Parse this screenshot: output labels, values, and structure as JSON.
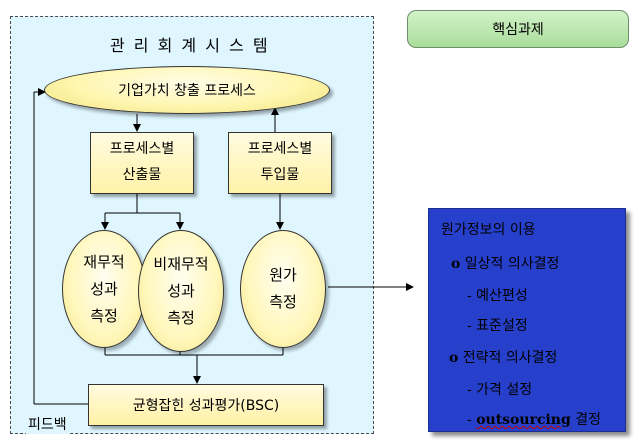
{
  "header": {
    "core_tasks": "핵심과제"
  },
  "system": {
    "title": "관 리 회 계 시 스 템",
    "value_process": "기업가치 창출 프로세스",
    "box_left": {
      "line1": "프로세스별",
      "line2": "산출물"
    },
    "box_right": {
      "line1": "프로세스별",
      "line2": "투입물"
    },
    "oval_financial": {
      "line1": "재무적",
      "line2": "성과",
      "line3": "측정"
    },
    "oval_nonfinancial": {
      "line1": "비재무적",
      "line2": "성과",
      "line3": "측정"
    },
    "oval_cost": {
      "line1": "원가",
      "line2": "측정"
    },
    "bsc": "균형잡힌 성과평가(BSC)",
    "feedback": "피드백"
  },
  "cost_info": {
    "heading": "원가정보의 이용",
    "bullet1_mark": "o",
    "bullet1": "일상적 의사결정",
    "item1": "- 예산편성",
    "item2": "- 표준설정",
    "bullet2_mark": "o",
    "bullet2": "전략적 의사결정",
    "item3": "- 가격 설정",
    "item4_dash": "-",
    "item4_word": "outsourcing",
    "item4_rest": "결정"
  },
  "colors": {
    "frame_bg": "#dff6ff",
    "yellow": "#fff6b0",
    "green_pill": "#b7e4aa",
    "info_bg": "#2740cc"
  }
}
